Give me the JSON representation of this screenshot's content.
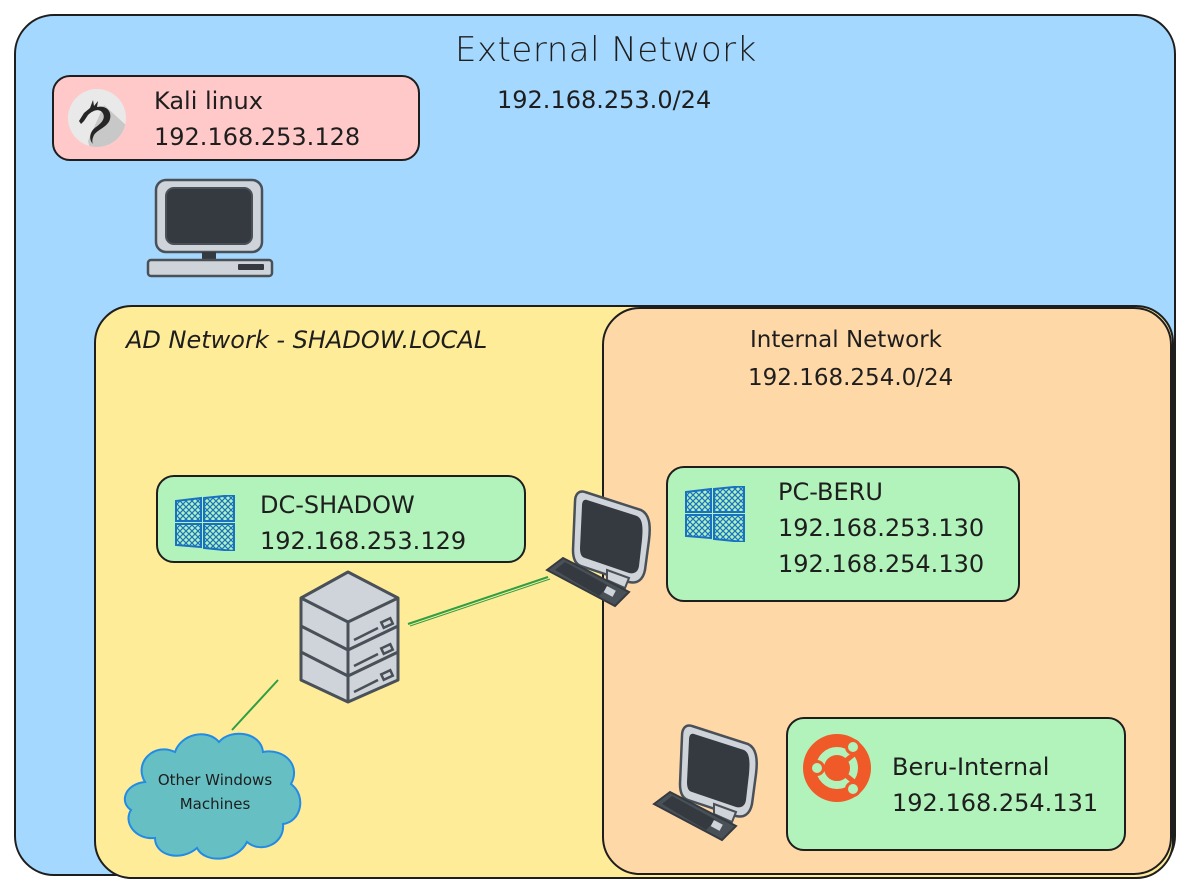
{
  "diagram": {
    "zones": {
      "external": {
        "title": "External Network",
        "subnet": "192.168.253.0/24",
        "color": "#a5d8ff"
      },
      "ad": {
        "title": "AD Network - SHADOW.LOCAL",
        "color": "#ffec99"
      },
      "internal": {
        "title": "Internal Network",
        "subnet": "192.168.254.0/24",
        "color": "#ffd8a8"
      }
    },
    "hosts": {
      "kali": {
        "name": "Kali linux",
        "ip": "192.168.253.128",
        "os_icon": "kali-dragon-icon",
        "color": "#ffc9c9"
      },
      "dc": {
        "name": "DC-SHADOW",
        "ip": "192.168.253.129",
        "os_icon": "windows-icon",
        "color": "#b2f2bb"
      },
      "pc": {
        "name": "PC-BERU",
        "ip1": "192.168.253.130",
        "ip2": "192.168.254.130",
        "os_icon": "windows-icon",
        "color": "#b2f2bb"
      },
      "ubuntu": {
        "name": "Beru-Internal",
        "ip": "192.168.254.131",
        "os_icon": "ubuntu-icon",
        "color": "#b2f2bb"
      }
    },
    "cloud": {
      "line1": "Other Windows",
      "line2": "Machines",
      "color": "#66bfc2"
    },
    "link_color": "#2f9e44"
  }
}
